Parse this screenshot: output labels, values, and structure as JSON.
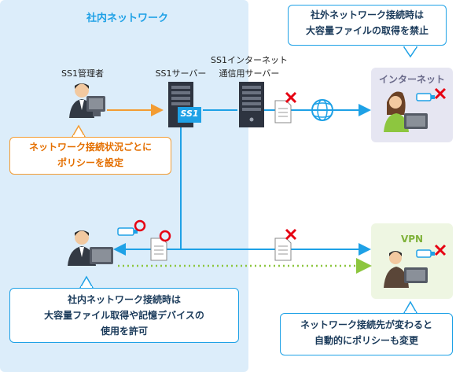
{
  "zones": {
    "internal": {
      "title": "社内ネットワーク"
    },
    "internet": {
      "title": "インターネット"
    },
    "vpn": {
      "title": "VPN"
    }
  },
  "nodes": {
    "admin": {
      "label": "SS1管理者"
    },
    "ss1_server": {
      "label": "SS1サーバー",
      "logo_text": "SS1"
    },
    "internet_server": {
      "label_line1": "SS1インターネット",
      "label_line2": "通信用サーバー"
    }
  },
  "callouts": {
    "policy": {
      "line1": "ネットワーク接続状況ごとに",
      "line2": "ポリシーを設定"
    },
    "internal_allowed": {
      "line1": "社内ネットワーク接続時は",
      "line2": "大容量ファイル取得や記憶デバイスの",
      "line3": "使用を許可"
    },
    "external_block": {
      "line1": "社外ネットワーク接続時は",
      "line2": "大容量ファイルの取得を禁止"
    },
    "auto_change": {
      "line1": "ネットワーク接続先が変わると",
      "line2": "自動的にポリシーも変更"
    }
  },
  "colors": {
    "accent_blue": "#1ea1e6",
    "internal_zone": "#dcedfa",
    "internet_zone": "#e6e6f2",
    "vpn_zone": "#eef6e2",
    "orange": "#f39c33",
    "green_dotted": "#8dc63f",
    "block_red": "#e60012"
  }
}
